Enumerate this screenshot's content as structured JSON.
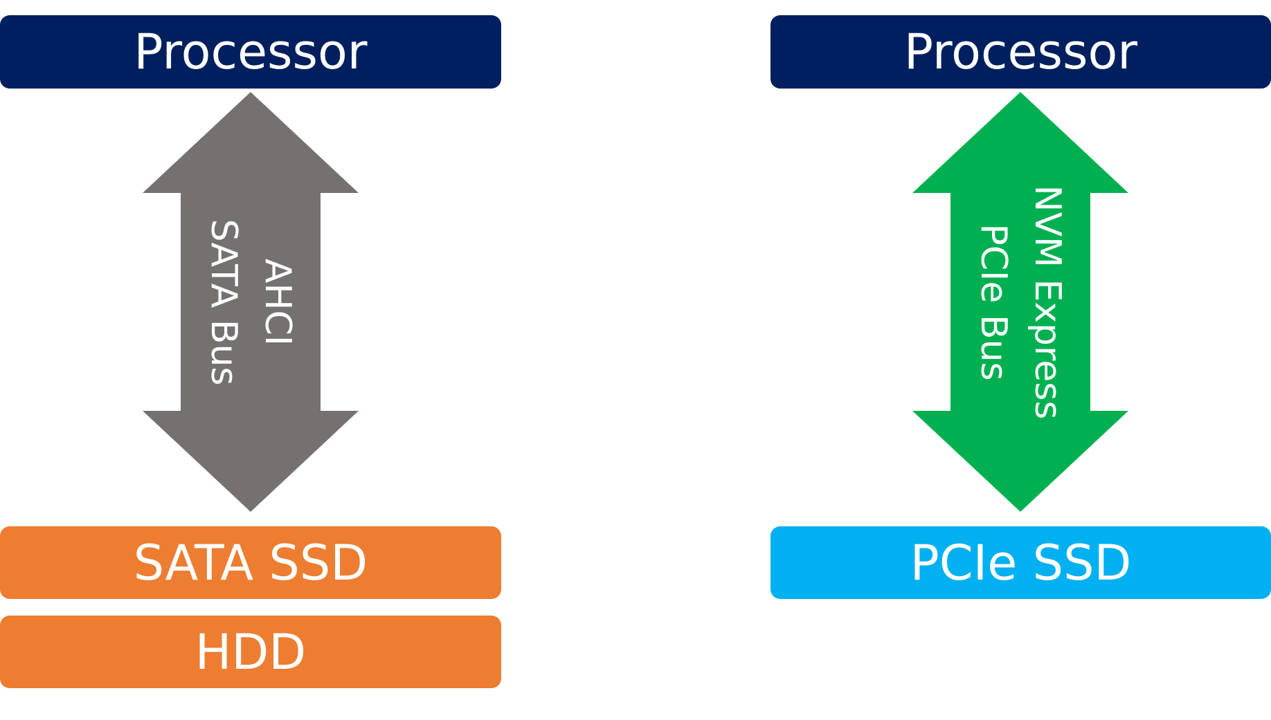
{
  "colors": {
    "processor": "#001F5F",
    "sata_arrow": "#767171",
    "nvme_arrow": "#00B050",
    "orange_box": "#ED7D31",
    "pcie_box": "#00B0F0",
    "text": "#FFFFFF"
  },
  "left_stack": {
    "processor_label": "Processor",
    "arrow": {
      "line1": "AHCI",
      "line2": "SATA Bus"
    },
    "sata_ssd_label": "SATA SSD",
    "hdd_label": "HDD"
  },
  "right_stack": {
    "processor_label": "Processor",
    "arrow": {
      "line1": "NVM Express",
      "line2": "PCIe Bus"
    },
    "pcie_ssd_label": "PCIe SSD"
  }
}
